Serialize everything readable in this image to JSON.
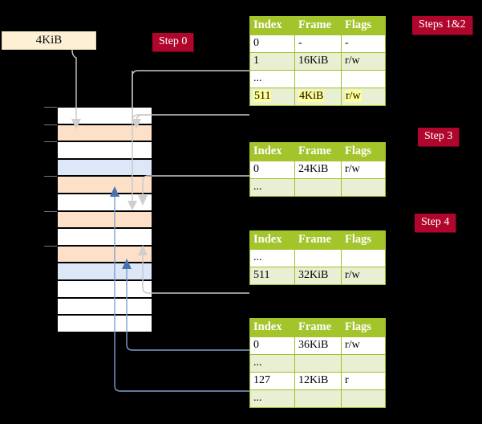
{
  "diagram": {
    "title_hidden": "",
    "source_block": {
      "label": "4KiB"
    },
    "badges": [
      {
        "id": "steps12",
        "label": "Steps 1&2"
      },
      {
        "id": "step0",
        "label": "Step 0"
      },
      {
        "id": "step3",
        "label": "Step 3"
      },
      {
        "id": "step4",
        "label": "Step 4"
      }
    ],
    "colors": {
      "badge_bg": "#b0062c",
      "badge_text": "#ffffff",
      "table_header_bg": "#a4c42c",
      "table_alt_row_bg": "#e9efd2",
      "table_border": "#9dbf2a",
      "highlight": "#ffff99",
      "source_block_bg": "#fdf0d5",
      "mem_row_peach": "#fde0c8",
      "mem_row_blue": "#dce8f7",
      "link_gray": "#c8c8c8",
      "link_blue": "#7d9fd0",
      "background": "#000000"
    },
    "memory_column": {
      "rows": [
        {
          "index": 0,
          "fill": "white"
        },
        {
          "index": 1,
          "fill": "peach"
        },
        {
          "index": 2,
          "fill": "white"
        },
        {
          "index": 3,
          "fill": "blue"
        },
        {
          "index": 4,
          "fill": "peach"
        },
        {
          "index": 5,
          "fill": "white"
        },
        {
          "index": 6,
          "fill": "peach"
        },
        {
          "index": 7,
          "fill": "white"
        },
        {
          "index": 8,
          "fill": "peach"
        },
        {
          "index": 9,
          "fill": "blue"
        },
        {
          "index": 10,
          "fill": "white"
        },
        {
          "index": 11,
          "fill": "white"
        },
        {
          "index": 12,
          "fill": "white"
        }
      ]
    },
    "tables": [
      {
        "id": "table-steps-1-2",
        "headers": [
          "Index",
          "Frame",
          "Flags"
        ],
        "rows": [
          {
            "style": "plain",
            "cells": [
              "0",
              "-",
              "-"
            ],
            "highlight": false
          },
          {
            "style": "alt",
            "cells": [
              "1",
              "16KiB",
              "r/w"
            ],
            "highlight": false
          },
          {
            "style": "plain",
            "cells": [
              "...",
              "",
              ""
            ],
            "highlight": false
          },
          {
            "style": "alt",
            "cells": [
              "511",
              "4KiB",
              "r/w"
            ],
            "highlight": true
          }
        ]
      },
      {
        "id": "table-step-3",
        "headers": [
          "Index",
          "Frame",
          "Flags"
        ],
        "rows": [
          {
            "style": "plain",
            "cells": [
              "0",
              "24KiB",
              "r/w"
            ],
            "highlight": false
          },
          {
            "style": "alt",
            "cells": [
              "...",
              "",
              ""
            ],
            "highlight": false
          }
        ]
      },
      {
        "id": "table-step-4",
        "headers": [
          "Index",
          "Frame",
          "Flags"
        ],
        "rows": [
          {
            "style": "plain",
            "cells": [
              "...",
              "",
              ""
            ],
            "highlight": false
          },
          {
            "style": "alt",
            "cells": [
              "511",
              "32KiB",
              "r/w"
            ],
            "highlight": false
          }
        ]
      },
      {
        "id": "table-bottom",
        "headers": [
          "Index",
          "Frame",
          "Flags"
        ],
        "rows": [
          {
            "style": "plain",
            "cells": [
              "0",
              "36KiB",
              "r/w"
            ],
            "highlight": false
          },
          {
            "style": "alt",
            "cells": [
              "...",
              "",
              ""
            ],
            "highlight": false
          },
          {
            "style": "plain",
            "cells": [
              "127",
              "12KiB",
              "r"
            ],
            "highlight": false
          },
          {
            "style": "alt",
            "cells": [
              "...",
              "",
              ""
            ],
            "highlight": false
          }
        ]
      }
    ]
  }
}
